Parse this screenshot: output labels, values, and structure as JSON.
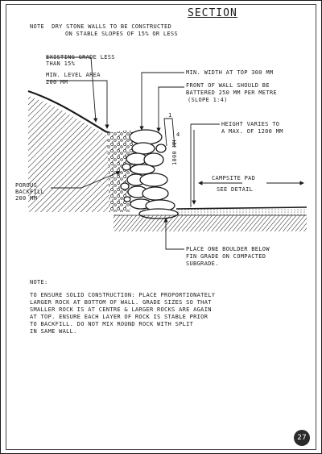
{
  "title": "SECTION",
  "top_note": {
    "line1": "NOTE  DRY STONE WALLS TO BE CONSTRUCTED",
    "line2": "ON STABLE SLOPES OF 15% OR LESS"
  },
  "labels": {
    "existing_grade_1": "EXISTING GRADE LESS",
    "existing_grade_2": "THAN 15%",
    "min_level_1": "MIN. LEVEL AREA",
    "min_level_2": "200 MM",
    "min_width": "MIN. WIDTH AT TOP 300 MM",
    "front_wall_1": "FRONT OF WALL SHOULD BE",
    "front_wall_2": "BATTERED 250 MM PER METRE",
    "front_wall_3": "(SLOPE 1:4)",
    "slope_one": "1",
    "slope_four": "4",
    "height_1": "HEIGHT VARIES TO",
    "height_2": "A MAX. OF 1200 MM",
    "dimension_1000": "1000 MM",
    "porous_1": "POROUS",
    "porous_2": "BACKFILL",
    "porous_3": "200 MM",
    "campsite_1": "CAMPSITE PAD",
    "campsite_2": "SEE DETAIL",
    "boulder_1": "PLACE ONE BOULDER BELOW",
    "boulder_2": "FIN GRADE ON COMPACTED",
    "boulder_3": "SUBGRADE."
  },
  "bottom_note": {
    "heading": "NOTE:",
    "line1": "TO ENSURE SOLID CONSTRUCTION: PLACE PROPORTIONATELY",
    "line2": "LARGER ROCK AT BOTTOM OF WALL. GRADE SIZES SO THAT",
    "line3": "SMALLER ROCK IS AT CENTRE & LARGER ROCKS ARE AGAIN",
    "line4": "AT TOP. ENSURE EACH LAYER OF ROCK IS STABLE PRIOR",
    "line5": "TO BACKFILL. DO NOT MIX ROUND ROCK WITH SPLIT",
    "line6": "IN SAME WALL."
  },
  "page_number": "27"
}
